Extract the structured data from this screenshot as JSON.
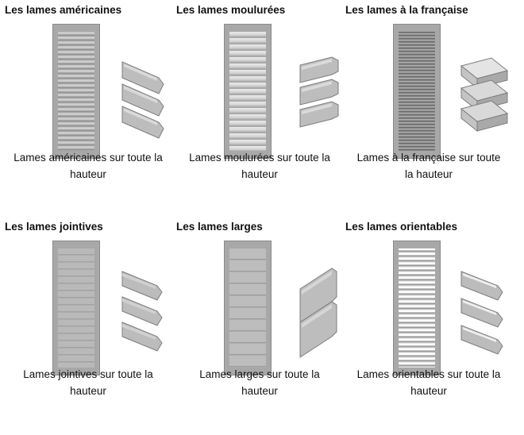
{
  "items": [
    {
      "title": "Les lames américaines",
      "caption_line1": "Lames américaines sur toute la",
      "caption_line2": "hauteur"
    },
    {
      "title": "Les lames moulurées",
      "caption_line1": "Lames moulurées sur toute la",
      "caption_line2": "hauteur"
    },
    {
      "title": "Les lames à la française",
      "caption_line1": "Lames à la française sur toute",
      "caption_line2": "la hauteur"
    },
    {
      "title": "Les lames jointives",
      "caption_line1": "Lames jointives sur toute la",
      "caption_line2": "hauteur"
    },
    {
      "title": "Les lames larges",
      "caption_line1": "Lames larges sur toute la",
      "caption_line2": "hauteur"
    },
    {
      "title": "Les lames orientables",
      "caption_line1": "Lames orientables sur toute la",
      "caption_line2": "hauteur"
    }
  ]
}
